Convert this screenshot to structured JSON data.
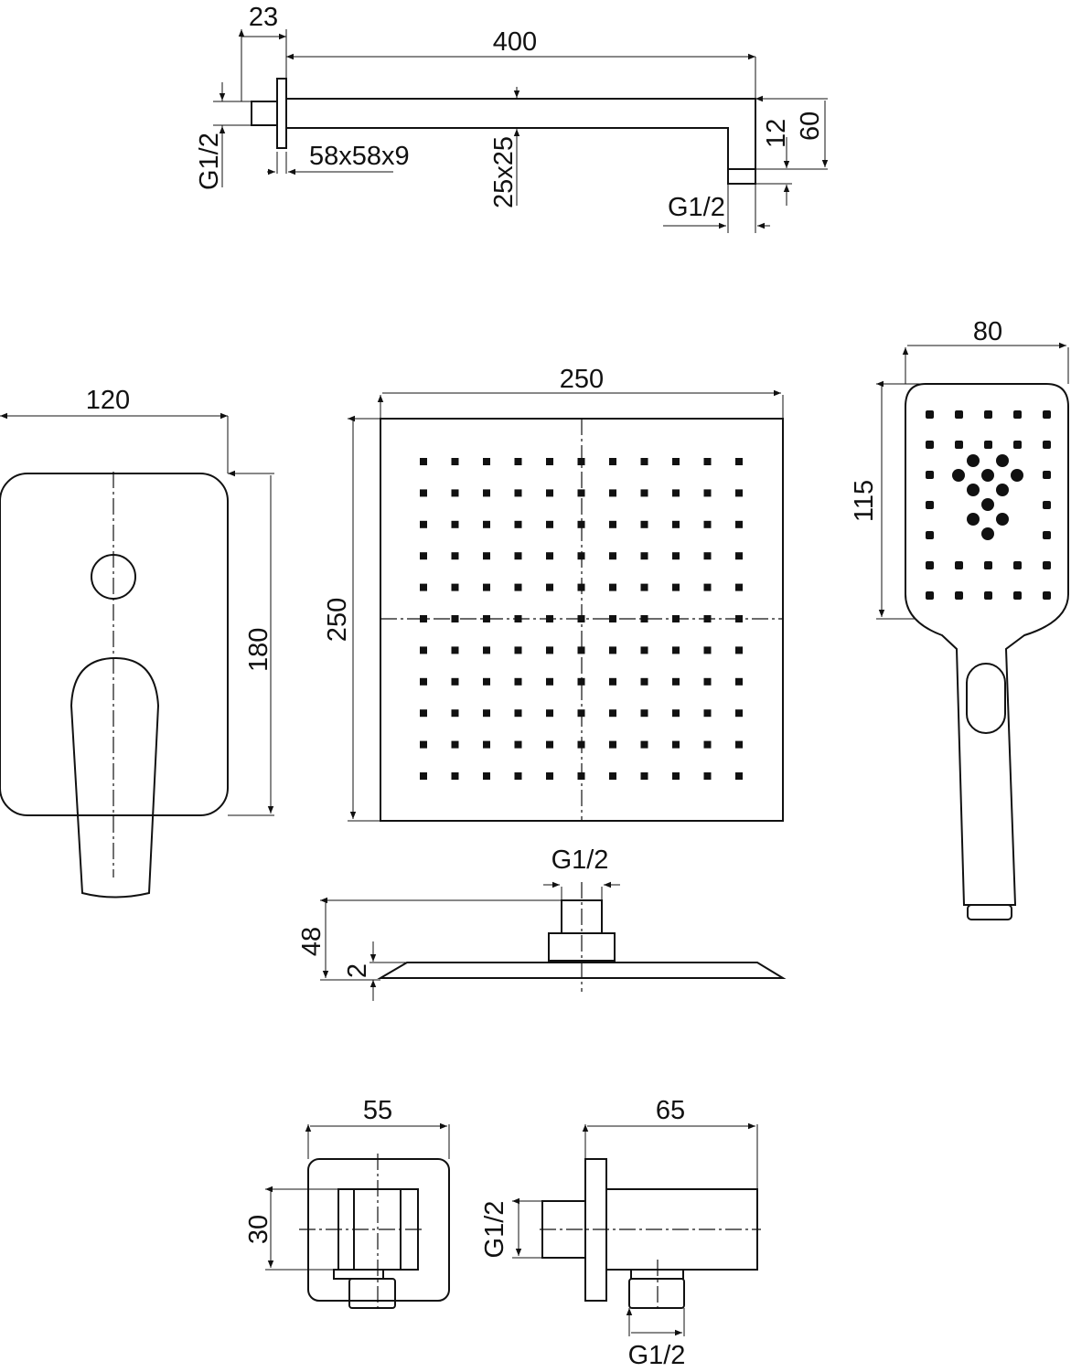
{
  "drawing": {
    "arm": {
      "d23": "23",
      "d400": "400",
      "thread_left": "G1/2",
      "flange": "58x58x9",
      "section": "25x25",
      "d12": "12",
      "d60": "60",
      "thread_right": "G1/2"
    },
    "mixer": {
      "width": "120",
      "height": "180"
    },
    "head": {
      "width": "250",
      "height": "250",
      "thread": "G1/2",
      "d48": "48",
      "d2": "2",
      "nozzle_rows": 11,
      "nozzle_cols": 11
    },
    "hand": {
      "width": "80",
      "height": "115"
    },
    "outlet": {
      "width": "55",
      "height": "30",
      "depth": "65",
      "thread_side": "G1/2",
      "thread_bottom": "G1/2"
    },
    "line_color": "#111111"
  }
}
